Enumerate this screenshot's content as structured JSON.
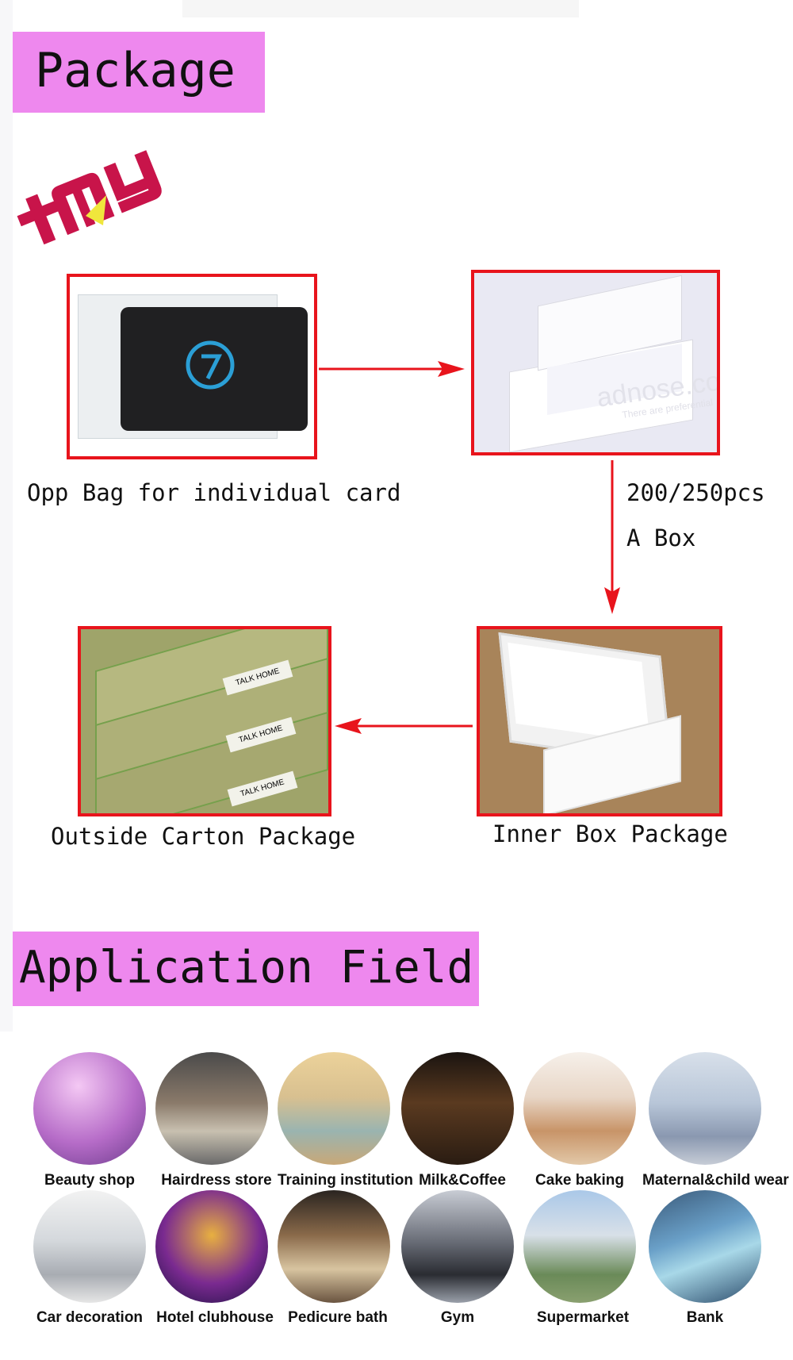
{
  "package": {
    "title": "Package",
    "logo_text": "TMY",
    "caption_opp_bag": "Opp Bag for individual card",
    "caption_box_qty": "200/250pcs",
    "caption_box_unit": "A Box",
    "caption_outside": "Outside Carton Package",
    "caption_inner": "Inner Box Package",
    "watermark": "adnose.com",
    "watermark_sub": "There are preferential",
    "carton_label": "TALK HOME"
  },
  "application": {
    "title": "Application Field",
    "items": [
      {
        "label": "Beauty shop"
      },
      {
        "label": "Hairdress store"
      },
      {
        "label": "Training institution"
      },
      {
        "label": "Milk&Coffee"
      },
      {
        "label": "Cake baking"
      },
      {
        "label": "Maternal&child wear"
      },
      {
        "label": "Car decoration"
      },
      {
        "label": "Hotel clubhouse"
      },
      {
        "label": "Pedicure bath"
      },
      {
        "label": "Gym"
      },
      {
        "label": "Supermarket"
      },
      {
        "label": "Bank"
      }
    ]
  },
  "colors": {
    "header_pink": "#ee88ee",
    "frame_red": "#e8141c",
    "logo_crimson": "#c8144a",
    "logo_yellow": "#f0e63c"
  }
}
